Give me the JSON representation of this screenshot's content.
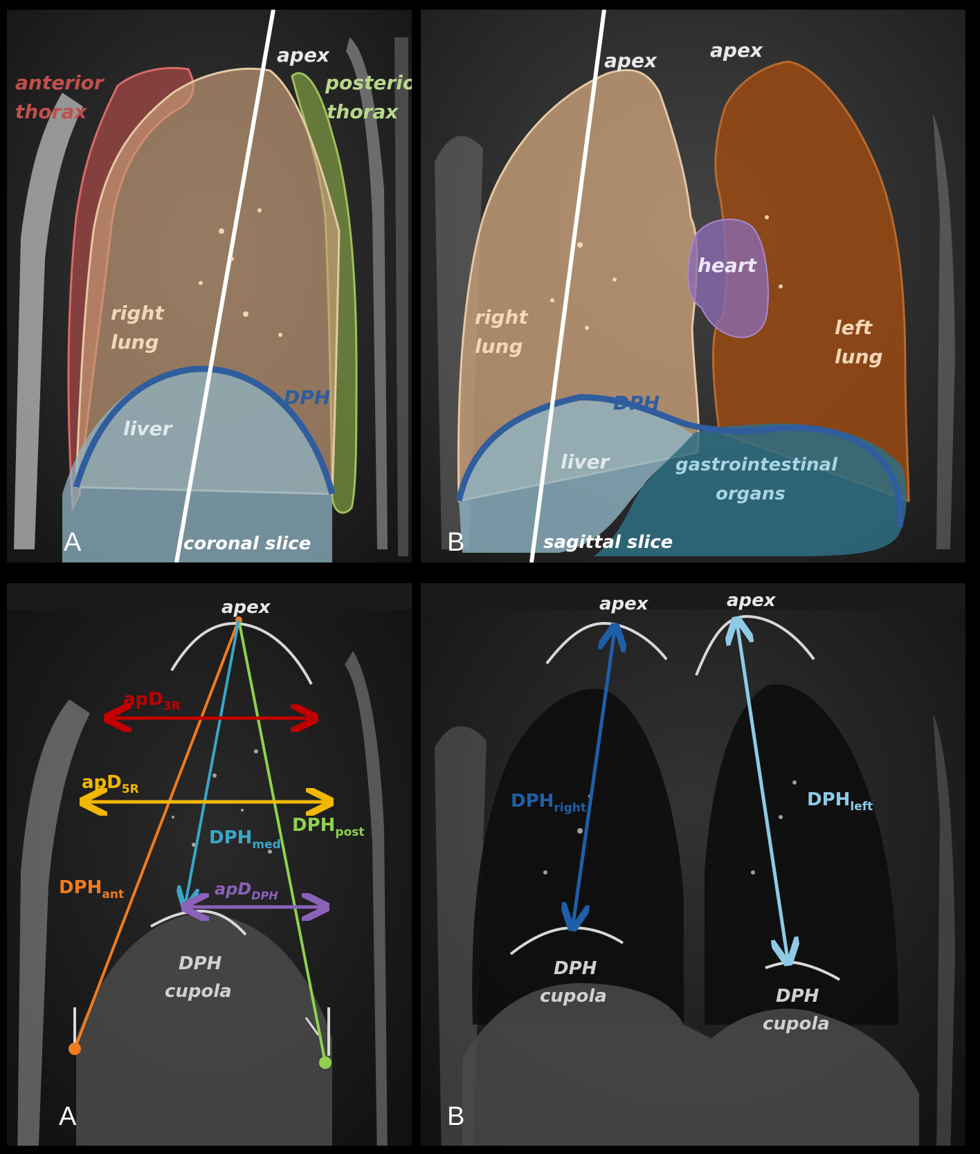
{
  "panels": {
    "top_left": {
      "label_apex": "apex",
      "label_anterior_1": "anterior",
      "label_anterior_2": "thorax",
      "label_posterior_1": "posterior",
      "label_posterior_2": "thorax",
      "label_lung_1": "right",
      "label_lung_2": "lung",
      "label_dph": "DPH",
      "label_liver": "liver",
      "label_slice": "coronal slice",
      "letter": "A"
    },
    "top_right": {
      "label_apex_right": "apex",
      "label_apex_left": "apex",
      "label_heart": "heart",
      "label_right_1": "right",
      "label_right_2": "lung",
      "label_left_1": "left",
      "label_left_2": "lung",
      "label_dph": "DPH",
      "label_liver": "liver",
      "label_gi_1": "gastrointestinal",
      "label_gi_2": "organs",
      "label_slice": "sagittal slice",
      "letter": "B"
    },
    "bottom_left": {
      "label_apex": "apex",
      "apd3r_main": "apD",
      "apd3r_sub": "3R",
      "apd5r_main": "apD",
      "apd5r_sub": "5R",
      "dphmed_main": "DPH",
      "dphmed_sub": "med",
      "dphpost_main": "DPH",
      "dphpost_sub": "post",
      "dphant_main": "DPH",
      "dphant_sub": "ant",
      "apddph_main": "apD",
      "apddph_sub": "DPH",
      "cupola_1": "DPH",
      "cupola_2": "cupola",
      "letter": "A"
    },
    "bottom_right": {
      "label_apex_right": "apex",
      "label_apex_left": "apex",
      "dphright_main": "DPH",
      "dphright_sub": "right",
      "dphleft_main": "DPH",
      "dphleft_sub": "left",
      "cupola_right_1": "DPH",
      "cupola_right_2": "cupola",
      "cupola_left_1": "DPH",
      "cupola_left_2": "cupola",
      "letter": "B"
    }
  },
  "colors": {
    "anterior_thorax": "#c0504d",
    "posterior_thorax": "#8fb04a",
    "right_lung": "#c9a07a",
    "left_lung": "#9a4a12",
    "heart": "#8a6ab0",
    "liver": "#8fb4c4",
    "gi_organs": "#2e6f84",
    "dph_line": "#2f5d9e",
    "apd3r": "#c00000",
    "apd5r": "#f2b800",
    "dphmed": "#3aa6c8",
    "dphpost": "#8fd14f",
    "dphant": "#f07c1e",
    "apddph": "#8a62b8",
    "dphright": "#1f5fa8",
    "dphleft": "#8ecae6"
  }
}
